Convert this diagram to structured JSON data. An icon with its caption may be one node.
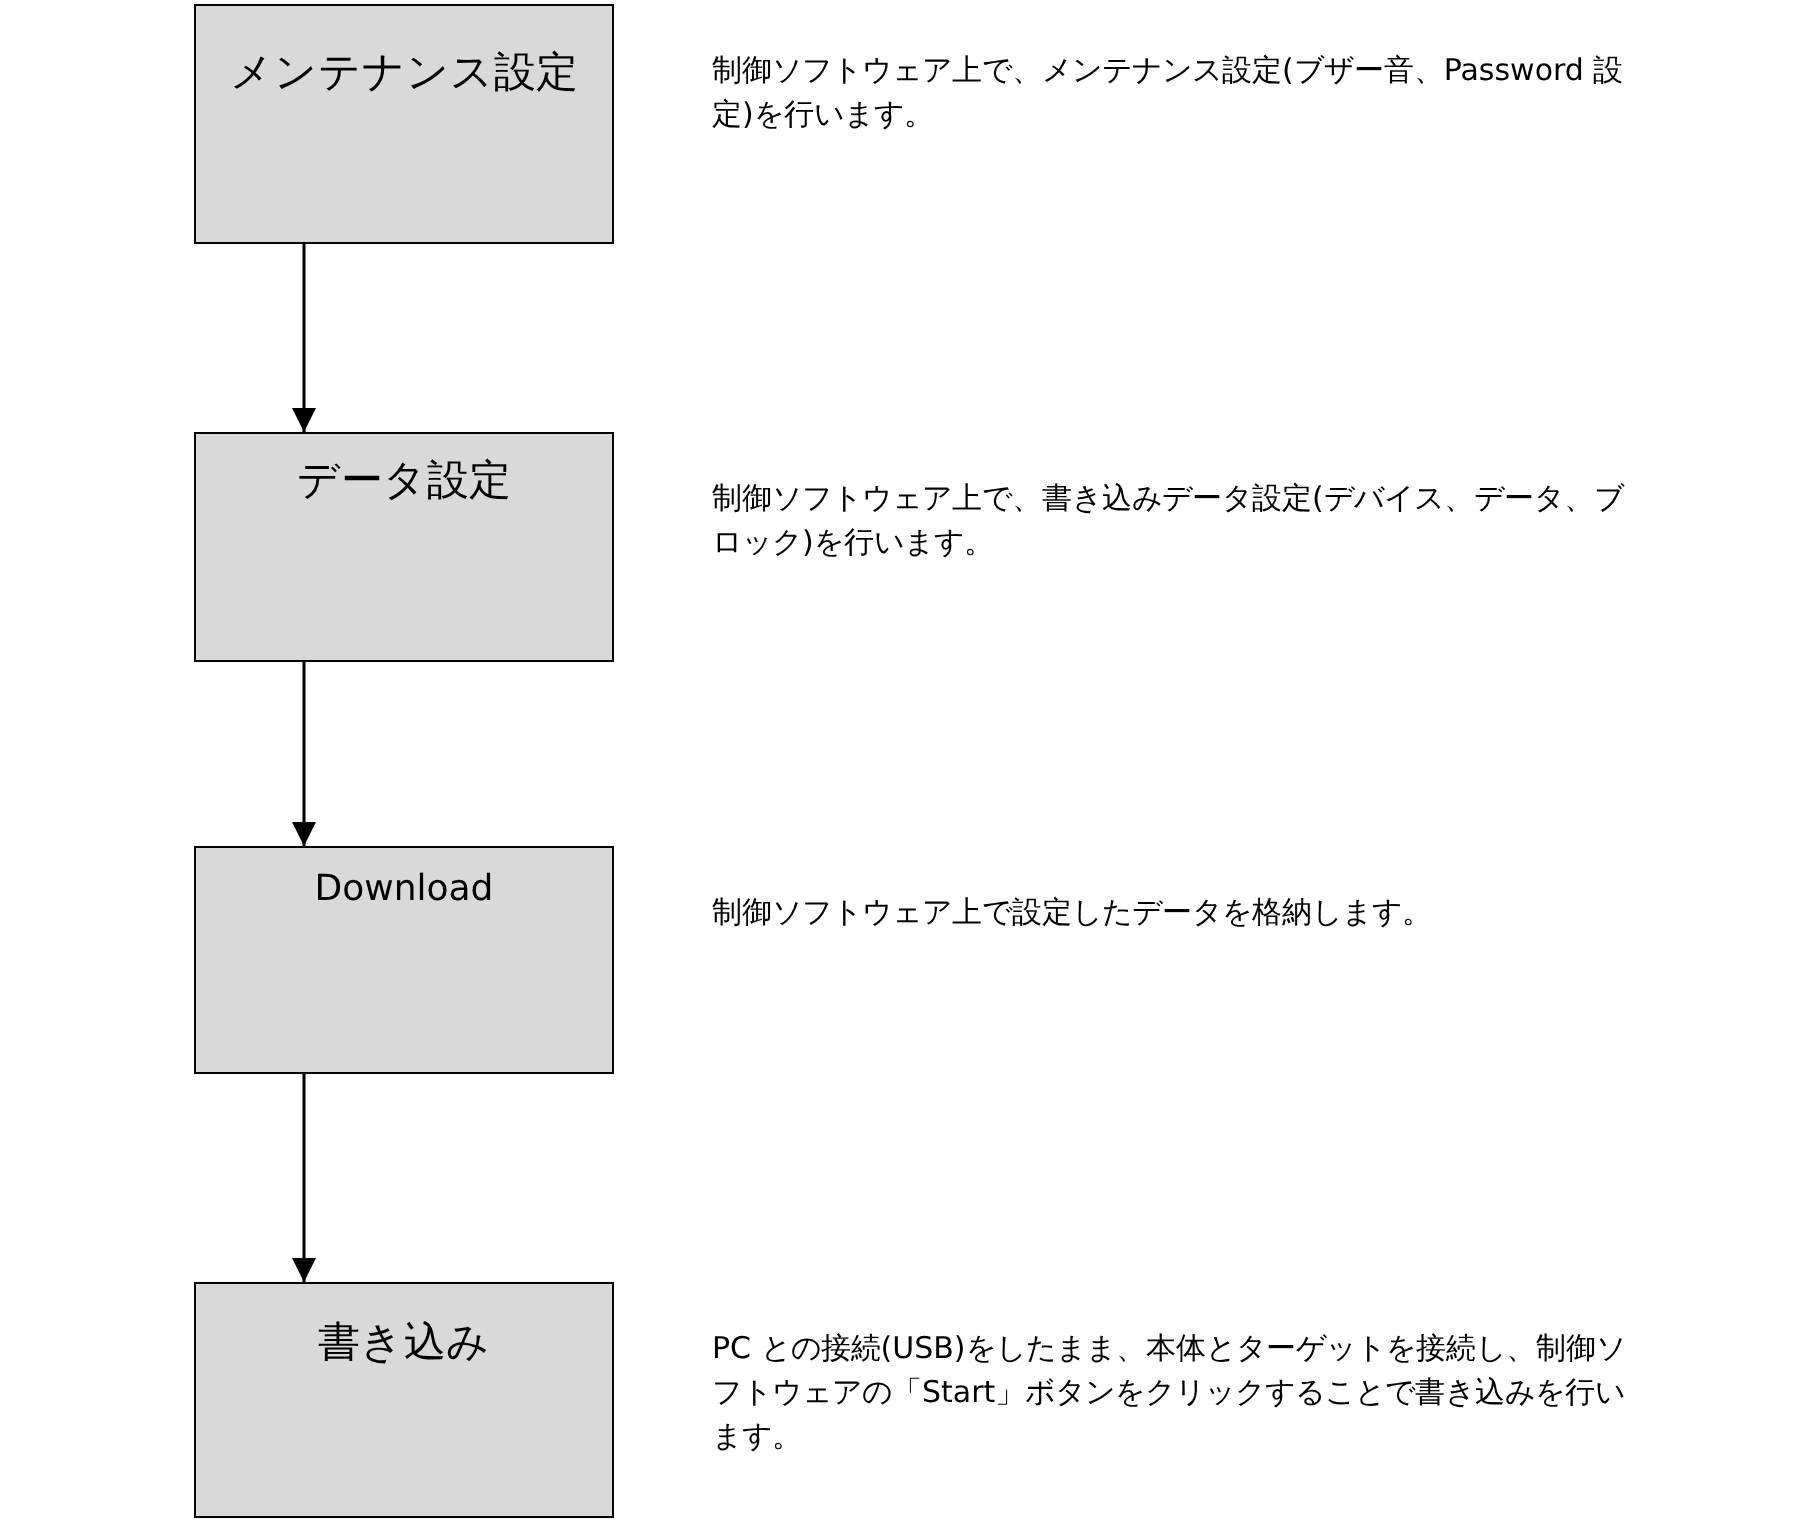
{
  "diagram": {
    "nodes": [
      {
        "text": [
          "メンテナンス設定"
        ],
        "beside": [
          "制御ソフトウェア上で、メンテナンス設定(ブザー音、Password 設定)を行います。"
        ]
      },
      {
        "text": [
          "データ設定"
        ],
        "beside": [
          "制御ソフトウェア上で、書き込みデータ設定(デバイス、データ、ブロック)を行います。"
        ]
      },
      {
        "text": [
          "Download"
        ],
        "beside": [
          "制御ソフトウェア上で設定したデータを格納します。"
        ]
      },
      {
        "text": [
          "書き込み"
        ],
        "beside": [
          "PC との接続(USB)をしたまま、本体とターゲットを接続し、制御ソフトウェアの「Start」ボタンをクリックすることで書き込みを行います。"
        ]
      }
    ],
    "edges": [
      {
        "from": 0,
        "to": 1,
        "arrow": "to"
      },
      {
        "from": 1,
        "to": 2,
        "arrow": "to"
      },
      {
        "from": 2,
        "to": 3,
        "arrow": "to"
      }
    ]
  }
}
